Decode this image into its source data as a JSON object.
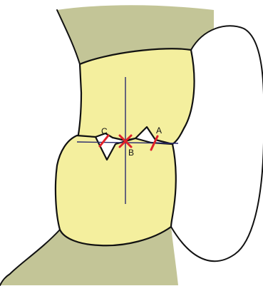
{
  "labels": {
    "a": "A",
    "b": "B",
    "c": "C"
  },
  "colors": {
    "tooth_fill": "#f4ef9e",
    "gum_fill": "#c3c597",
    "outline": "#111111",
    "contact_mark": "#e0202a",
    "axis_line": "#2b2b6e"
  }
}
